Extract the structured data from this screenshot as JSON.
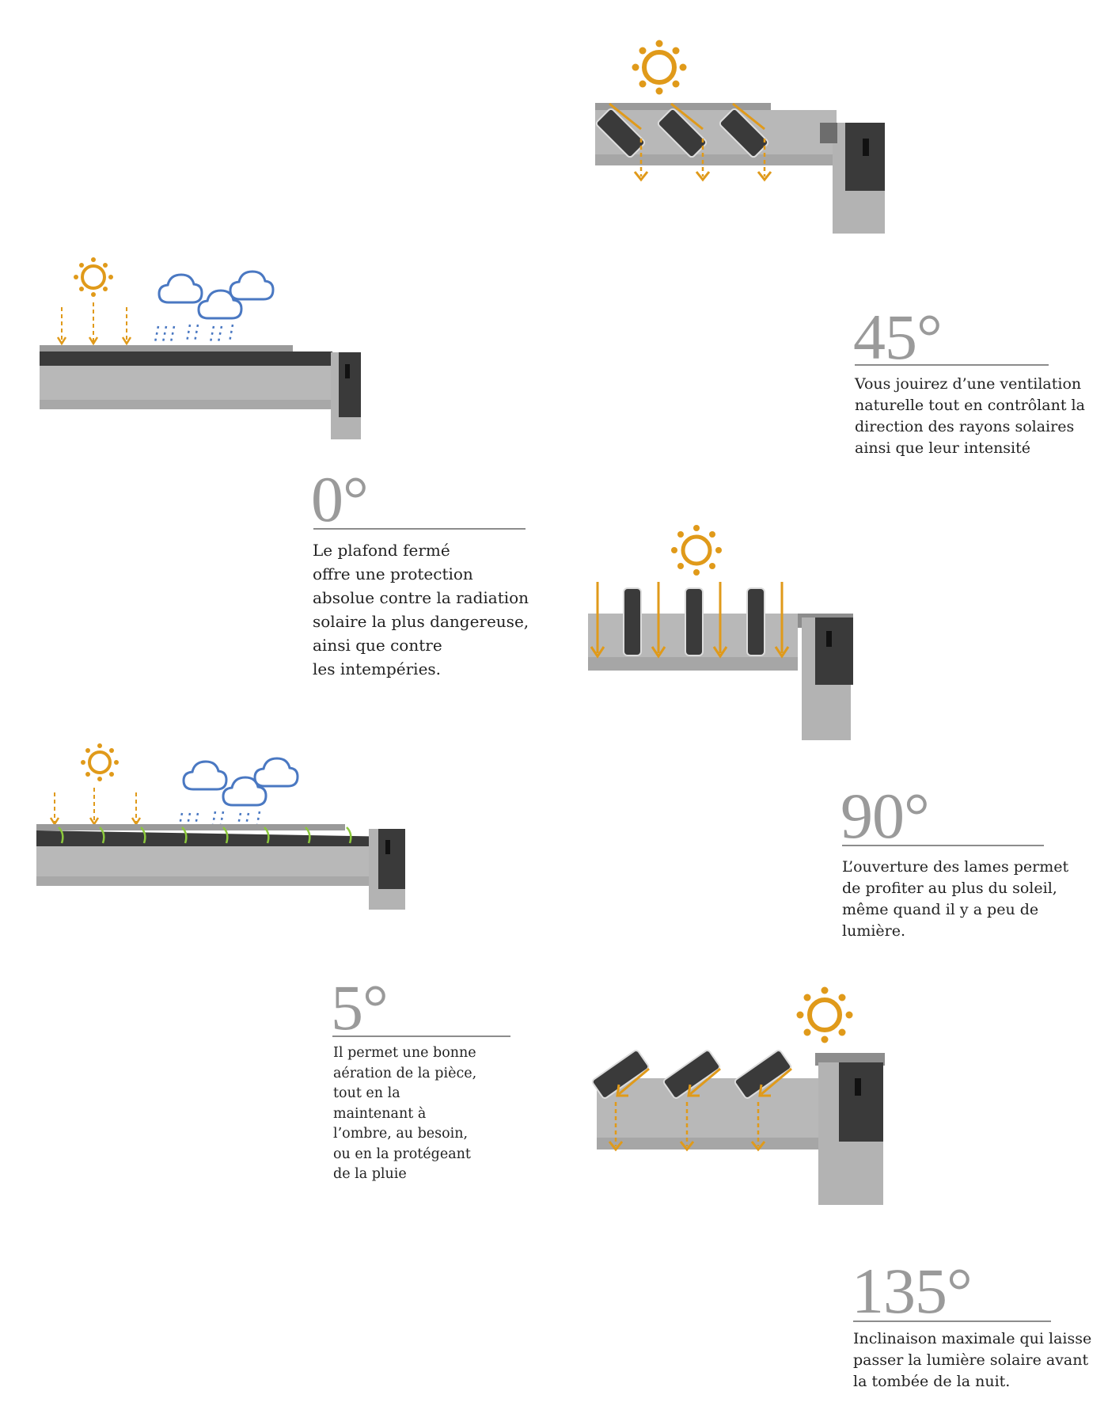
{
  "colors": {
    "sun": "#e09a1a",
    "rain": "#4a78c2",
    "green_arrow": "#8cc83c",
    "louver_dark": "#3a3a3a",
    "frame_gray": "#b3b3b3",
    "angle_text": "#9a9a9a"
  },
  "states": [
    {
      "id": "0deg",
      "angle": "0°",
      "text": "Le plafond fermé\noffre une protection\nabsolue contre la radiation\nsolaire la plus dangereuse,\nainsi que contre\nles intempéries.",
      "icons": [
        "sun-icon",
        "cloud-icon",
        "rain-icon"
      ]
    },
    {
      "id": "45deg",
      "angle": "45°",
      "text": "Vous jouirez d’une ventilation\nnaturelle tout en contrôlant la\ndirection des rayons solaires\nainsi que leur intensité",
      "icons": [
        "sun-icon"
      ]
    },
    {
      "id": "90deg",
      "angle": "90°",
      "text": "L’ouverture des lames permet\nde profiter au plus du soleil,\nmême quand il y a peu de\nlumière.",
      "icons": [
        "sun-icon"
      ]
    },
    {
      "id": "5deg",
      "angle": "5°",
      "text": "Il permet une bonne\naération de la pièce,\ntout en la\nmaintenant à\nl’ombre, au besoin,\nou en la protégeant\nde la pluie",
      "icons": [
        "sun-icon",
        "cloud-icon",
        "rain-icon",
        "airflow-arrow-icon"
      ]
    },
    {
      "id": "135deg",
      "angle": "135°",
      "text": "Inclinaison maximale qui laisse\npasser la lumière solaire avant\nla tombée de la nuit.",
      "icons": [
        "sun-icon"
      ]
    }
  ]
}
